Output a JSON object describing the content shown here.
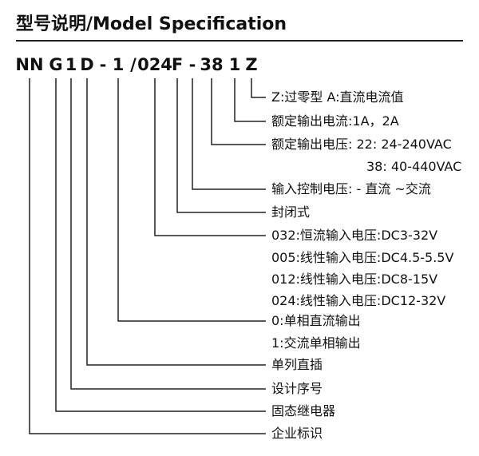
{
  "title": "型号说明/Model Specification",
  "code": [
    "NN",
    "G",
    "1",
    "D",
    "-",
    "1",
    "/",
    "024",
    "F",
    "-",
    "38",
    "1",
    "Z"
  ],
  "descriptions": [
    "Z:过零型 A:直流电流值",
    "额定输出电流:1A，2A",
    "额定输出电压: 22: 24-240VAC",
    "38: 40-440VAC",
    "输入控制电压: - 直流  ~交流",
    "封闭式",
    "032:恒流输入电压:DC3-32V",
    "005:线性输入电压:DC4.5-5.5V",
    "012:线性输入电压:DC8-15V",
    "024:线性输入电压:DC12-32V",
    "0:单相直流输出",
    "1:交流单相输出",
    "单列直插",
    "设计序号",
    "固态继电器",
    "企业标识"
  ],
  "colors": {
    "text": "#111111",
    "line": "#222222",
    "background": "#ffffff"
  }
}
